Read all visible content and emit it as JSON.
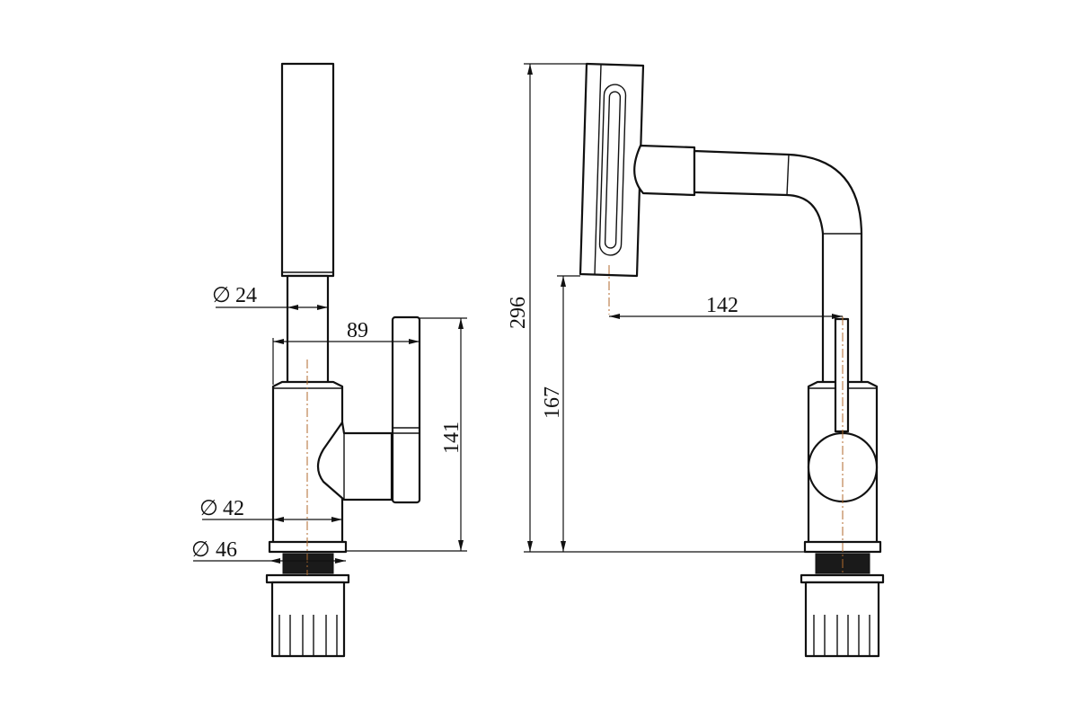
{
  "drawing": {
    "front_view": {
      "dim_spout_diameter": "24",
      "dim_width": "89",
      "dim_body_diameter": "42",
      "dim_base_diameter": "46",
      "dim_body_height": "141"
    },
    "side_view": {
      "dim_total_height": "296",
      "dim_outlet_height": "167",
      "dim_reach": "142"
    },
    "diameter_symbol": "∅"
  }
}
